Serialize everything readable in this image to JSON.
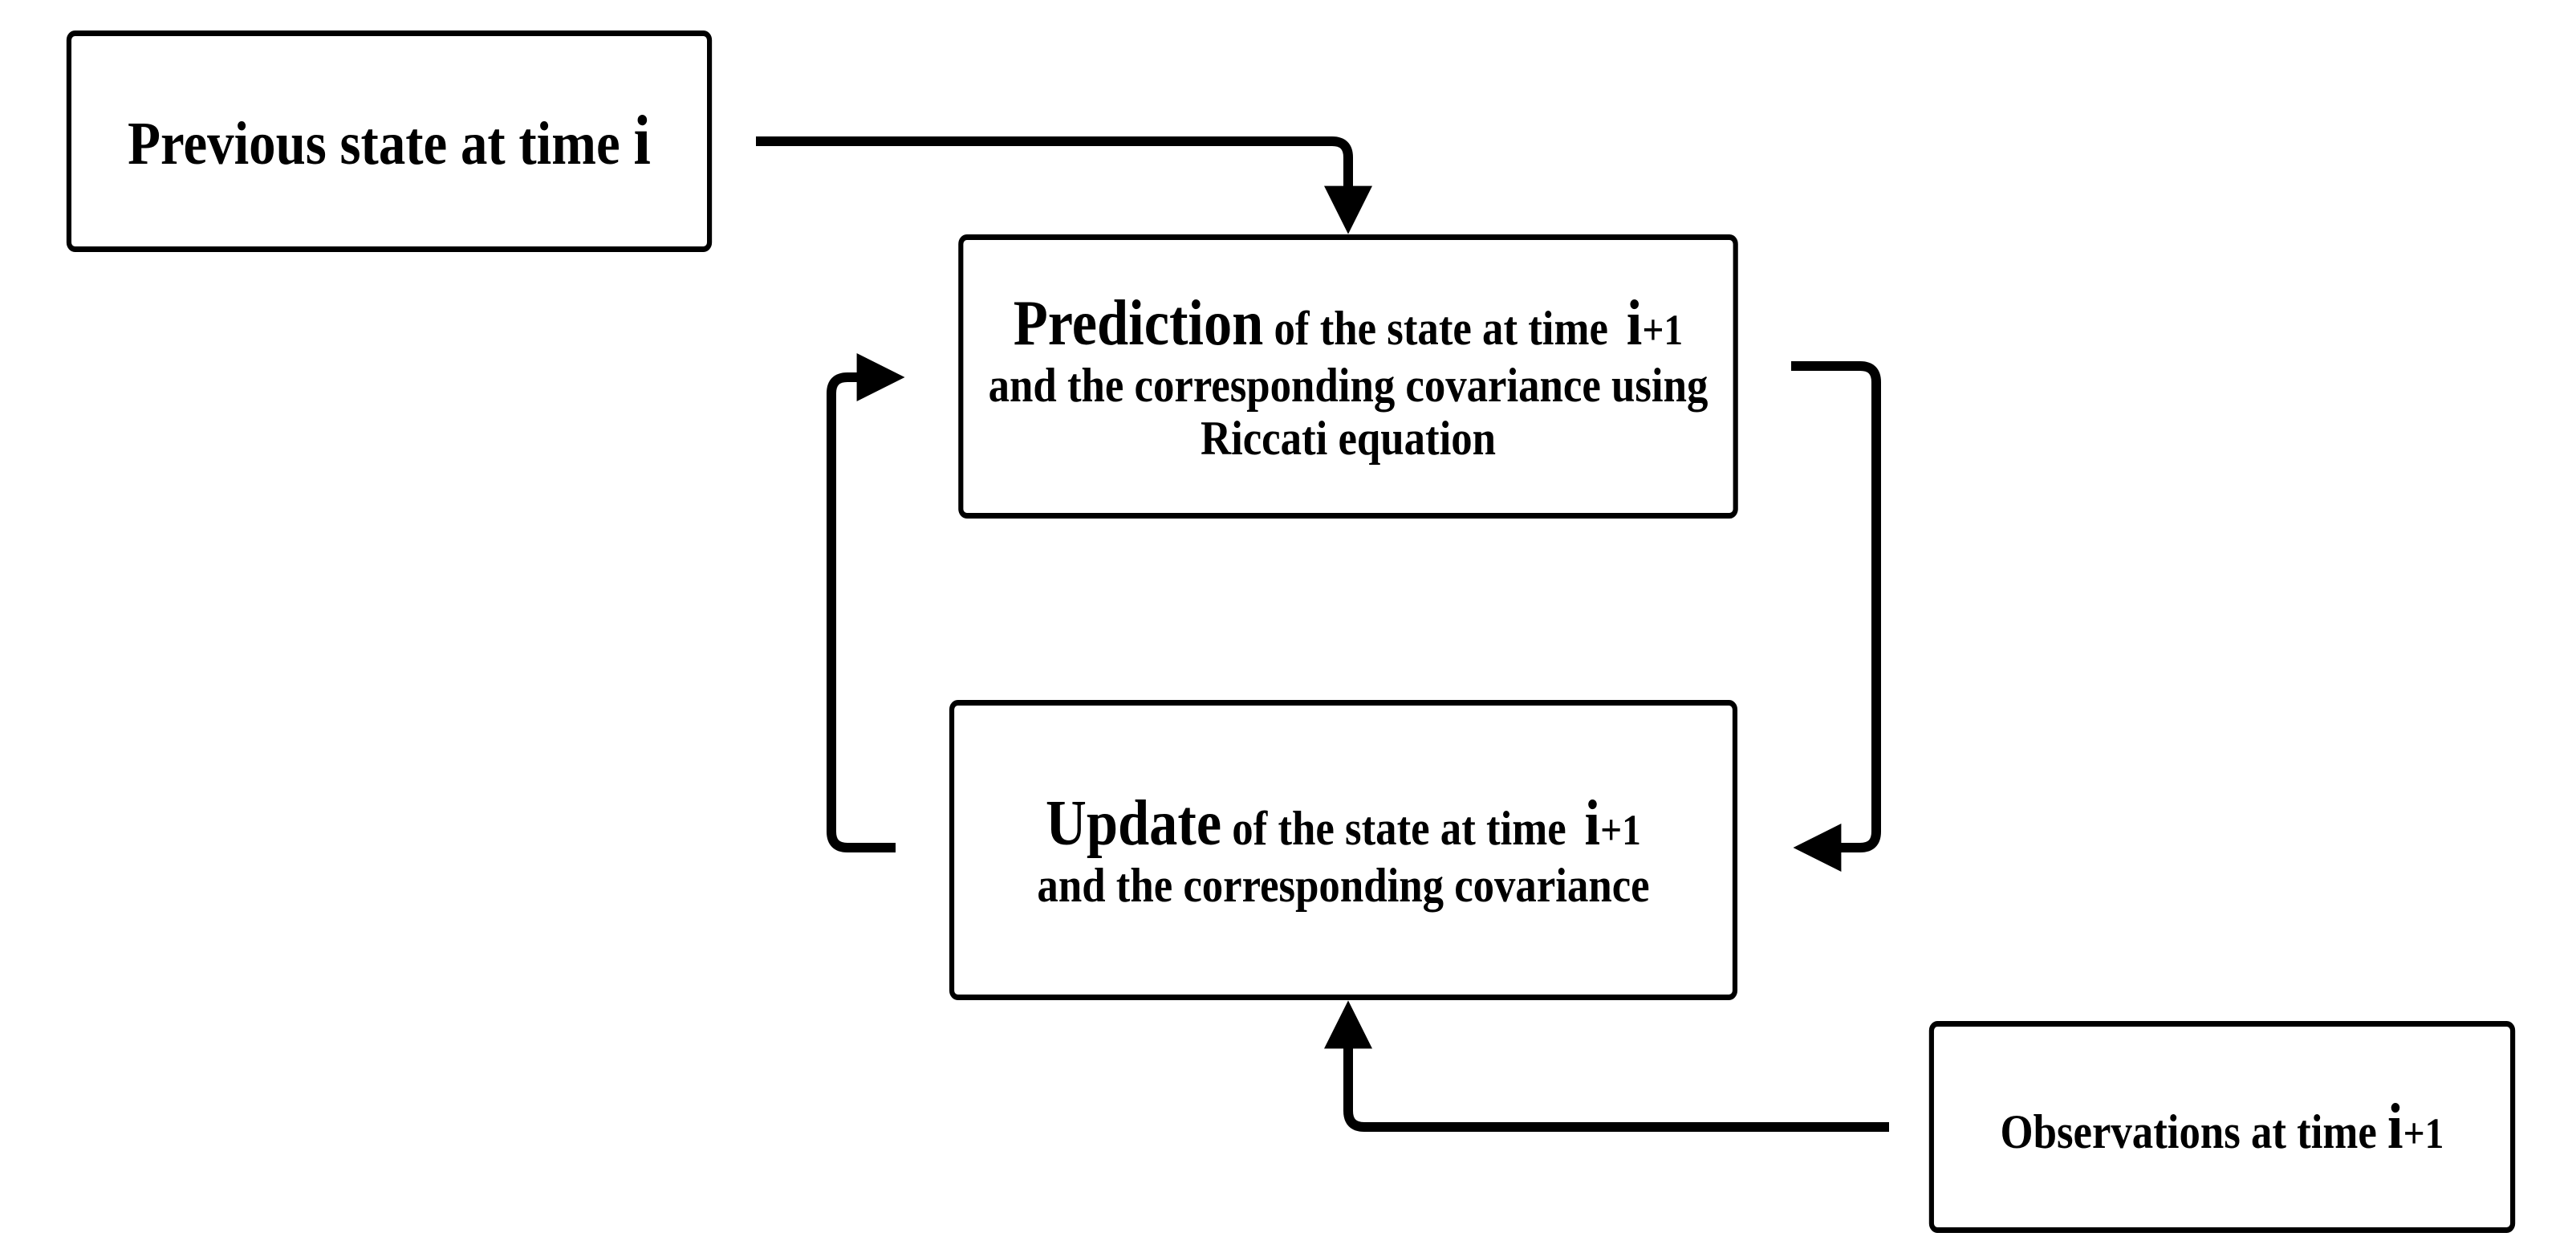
{
  "previous": {
    "text": "Previous state at time ",
    "var": "i"
  },
  "prediction": {
    "heading": "Prediction",
    "line1_rest": " of the state at time",
    "var": "i",
    "var_suffix": "+1",
    "line2": "and the corresponding covariance using",
    "line3": "Riccati equation"
  },
  "update": {
    "heading": "Update",
    "line1_rest": " of the state at time",
    "var": "i",
    "var_suffix": "+1",
    "line2": "and the corresponding covariance"
  },
  "observations": {
    "text": "Observations at time ",
    "var": "i",
    "var_suffix": "+1"
  },
  "colors": {
    "stroke": "#000000",
    "background": "#ffffff"
  }
}
